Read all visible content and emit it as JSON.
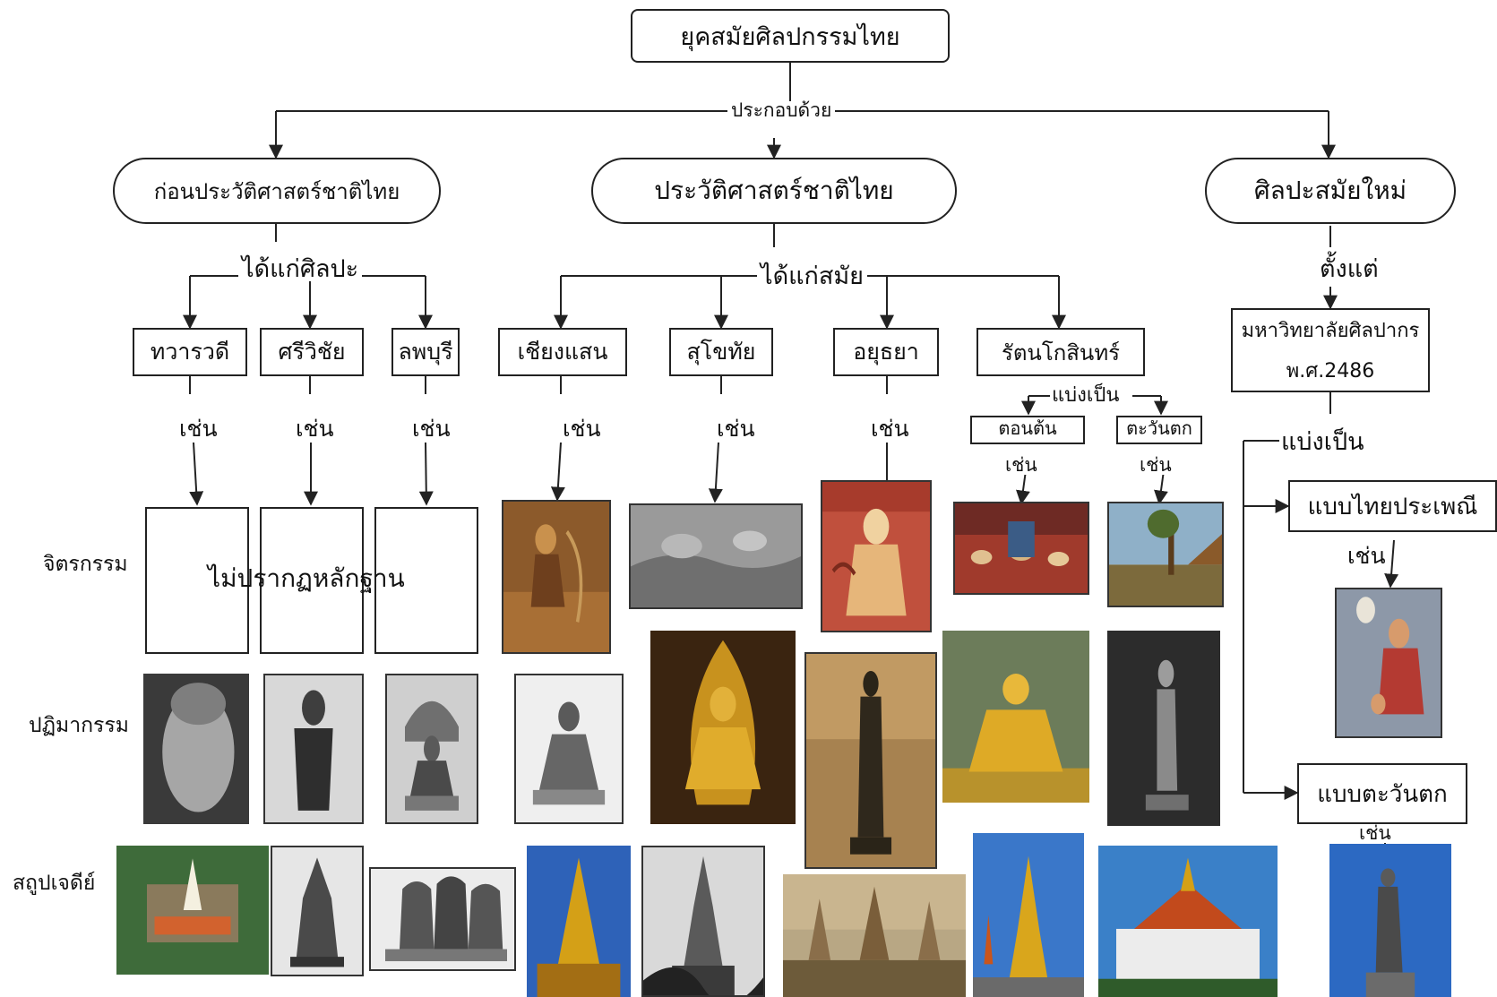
{
  "root": "ยุคสมัยศิลปกรรมไทย",
  "root_connector": "ประกอบด้วย",
  "eras": [
    {
      "label": "ก่อนประวัติศาสตร์ชาติไทย",
      "connector": "ได้แก่ศิลปะ"
    },
    {
      "label": "ประวัติศาสตร์ชาติไทย",
      "connector": "ได้แก่สมัย"
    },
    {
      "label": "ศิลปะสมัยใหม่",
      "connector": "ตั้งแต่"
    }
  ],
  "schools": [
    "ทวารวดี",
    "ศรีวิชัย",
    "ลพบุรี",
    "เชียงแสน",
    "สุโขทัย",
    "อยุธยา",
    "รัตนโกสินทร์"
  ],
  "example_word": "เช่น",
  "rattanakosin": {
    "divide": "แบ่งเป็น",
    "early": "ตอนต้น",
    "west": "ตะวันตก"
  },
  "modern": {
    "university": "มหาวิทยาลัยศิลปากร",
    "year": "พ.ศ.2486",
    "divide": "แบ่งเป็น",
    "traditional": "แบบไทยประเพณี",
    "western": "แบบตะวันตก"
  },
  "rows": {
    "painting": "จิตรกรรม",
    "sculpture": "ปฏิมากรรม",
    "stupa": "สถูปเจดีย์"
  },
  "no_evidence": "ไม่ปรากฏหลักฐาน",
  "colors": {
    "line": "#222222",
    "gold": "#d4a017",
    "mural_red": "#b03a2e"
  }
}
